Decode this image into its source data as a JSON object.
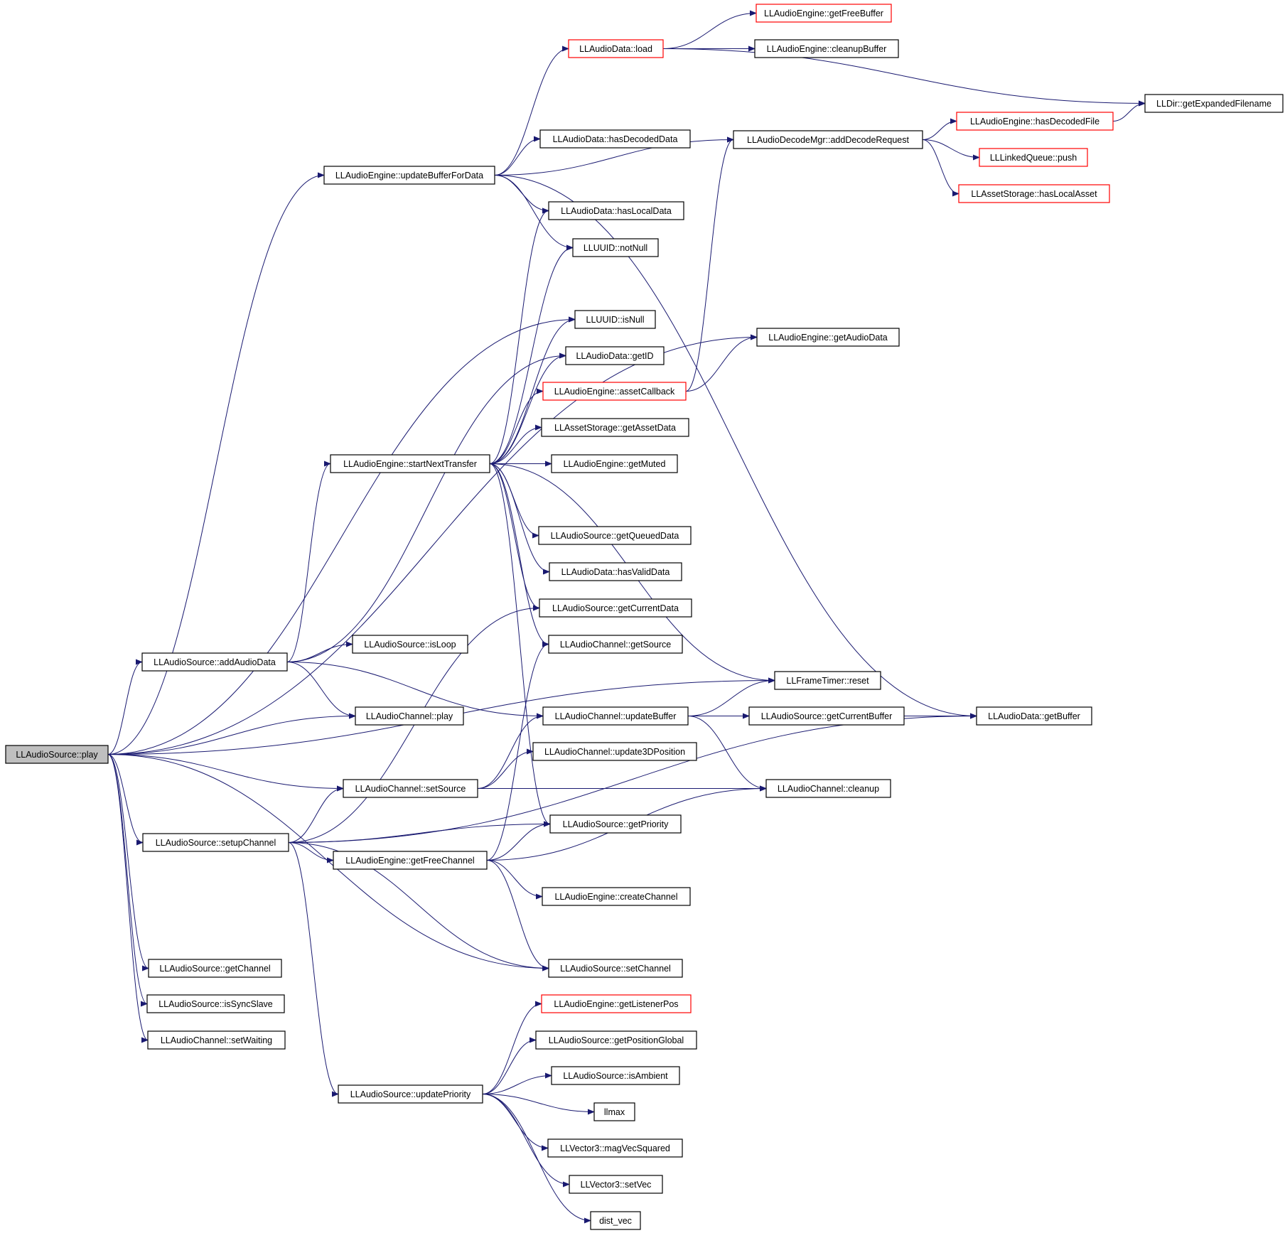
{
  "colors": {
    "edge": "#191970",
    "border_normal": "#000000",
    "border_truncated": "#ff0000",
    "root_fill": "#bfbfbf",
    "node_fill": "#ffffff"
  },
  "nodes": [
    {
      "id": "play",
      "label": "LLAudioSource::play",
      "style": "root"
    },
    {
      "id": "updateBufferForData",
      "label": "LLAudioEngine::updateBufferForData",
      "style": "normal"
    },
    {
      "id": "load",
      "label": "LLAudioData::load",
      "style": "truncated"
    },
    {
      "id": "getFreeBuffer",
      "label": "LLAudioEngine::getFreeBuffer",
      "style": "truncated"
    },
    {
      "id": "cleanupBuffer",
      "label": "LLAudioEngine::cleanupBuffer",
      "style": "normal"
    },
    {
      "id": "getExpandedFilename",
      "label": "LLDir::getExpandedFilename",
      "style": "normal"
    },
    {
      "id": "addDecodeRequest",
      "label": "LLAudioDecodeMgr::addDecodeRequest",
      "style": "normal"
    },
    {
      "id": "hasDecodedFile",
      "label": "LLAudioEngine::hasDecodedFile",
      "style": "truncated"
    },
    {
      "id": "push",
      "label": "LLLinkedQueue::push",
      "style": "truncated"
    },
    {
      "id": "hasLocalAsset",
      "label": "LLAssetStorage::hasLocalAsset",
      "style": "truncated"
    },
    {
      "id": "hasDecodedData",
      "label": "LLAudioData::hasDecodedData",
      "style": "normal"
    },
    {
      "id": "hasLocalData",
      "label": "LLAudioData::hasLocalData",
      "style": "normal"
    },
    {
      "id": "notNull",
      "label": "LLUUID::notNull",
      "style": "normal"
    },
    {
      "id": "isNull",
      "label": "LLUUID::isNull",
      "style": "normal"
    },
    {
      "id": "getAudioData",
      "label": "LLAudioEngine::getAudioData",
      "style": "normal"
    },
    {
      "id": "getID",
      "label": "LLAudioData::getID",
      "style": "normal"
    },
    {
      "id": "assetCallback",
      "label": "LLAudioEngine::assetCallback",
      "style": "truncated"
    },
    {
      "id": "getAssetData",
      "label": "LLAssetStorage::getAssetData",
      "style": "normal"
    },
    {
      "id": "startNextTransfer",
      "label": "LLAudioEngine::startNextTransfer",
      "style": "normal"
    },
    {
      "id": "getMuted",
      "label": "LLAudioEngine::getMuted",
      "style": "normal"
    },
    {
      "id": "getQueuedData",
      "label": "LLAudioSource::getQueuedData",
      "style": "normal"
    },
    {
      "id": "hasValidData",
      "label": "LLAudioData::hasValidData",
      "style": "normal"
    },
    {
      "id": "getCurrentData",
      "label": "LLAudioSource::getCurrentData",
      "style": "normal"
    },
    {
      "id": "getSource",
      "label": "LLAudioChannel::getSource",
      "style": "normal"
    },
    {
      "id": "addAudioData",
      "label": "LLAudioSource::addAudioData",
      "style": "normal"
    },
    {
      "id": "isLoop",
      "label": "LLAudioSource::isLoop",
      "style": "normal"
    },
    {
      "id": "reset",
      "label": "LLFrameTimer::reset",
      "style": "normal"
    },
    {
      "id": "channelPlay",
      "label": "LLAudioChannel::play",
      "style": "normal"
    },
    {
      "id": "updateBuffer",
      "label": "LLAudioChannel::updateBuffer",
      "style": "normal"
    },
    {
      "id": "getCurrentBuffer",
      "label": "LLAudioSource::getCurrentBuffer",
      "style": "normal"
    },
    {
      "id": "getBuffer",
      "label": "LLAudioData::getBuffer",
      "style": "normal"
    },
    {
      "id": "update3DPosition",
      "label": "LLAudioChannel::update3DPosition",
      "style": "normal"
    },
    {
      "id": "setSource",
      "label": "LLAudioChannel::setSource",
      "style": "normal"
    },
    {
      "id": "cleanup",
      "label": "LLAudioChannel::cleanup",
      "style": "normal"
    },
    {
      "id": "getPriority",
      "label": "LLAudioSource::getPriority",
      "style": "normal"
    },
    {
      "id": "setupChannel",
      "label": "LLAudioSource::setupChannel",
      "style": "normal"
    },
    {
      "id": "getFreeChannel",
      "label": "LLAudioEngine::getFreeChannel",
      "style": "normal"
    },
    {
      "id": "createChannel",
      "label": "LLAudioEngine::createChannel",
      "style": "normal"
    },
    {
      "id": "getChannel",
      "label": "LLAudioSource::getChannel",
      "style": "normal"
    },
    {
      "id": "setChannel",
      "label": "LLAudioSource::setChannel",
      "style": "normal"
    },
    {
      "id": "isSyncSlave",
      "label": "LLAudioSource::isSyncSlave",
      "style": "normal"
    },
    {
      "id": "setWaiting",
      "label": "LLAudioChannel::setWaiting",
      "style": "normal"
    },
    {
      "id": "getListenerPos",
      "label": "LLAudioEngine::getListenerPos",
      "style": "truncated"
    },
    {
      "id": "getPositionGlobal",
      "label": "LLAudioSource::getPositionGlobal",
      "style": "normal"
    },
    {
      "id": "isAmbient",
      "label": "LLAudioSource::isAmbient",
      "style": "normal"
    },
    {
      "id": "updatePriority",
      "label": "LLAudioSource::updatePriority",
      "style": "normal"
    },
    {
      "id": "llmax",
      "label": "llmax",
      "style": "normal"
    },
    {
      "id": "magVecSquared",
      "label": "LLVector3::magVecSquared",
      "style": "normal"
    },
    {
      "id": "setVec",
      "label": "LLVector3::setVec",
      "style": "normal"
    },
    {
      "id": "dist_vec",
      "label": "dist_vec",
      "style": "normal"
    }
  ],
  "edges": [
    {
      "from": "play",
      "to": "updateBufferForData"
    },
    {
      "from": "play",
      "to": "getAudioData"
    },
    {
      "from": "play",
      "to": "isNull"
    },
    {
      "from": "play",
      "to": "addAudioData"
    },
    {
      "from": "play",
      "to": "reset"
    },
    {
      "from": "play",
      "to": "channelPlay"
    },
    {
      "from": "play",
      "to": "setSource"
    },
    {
      "from": "play",
      "to": "setupChannel"
    },
    {
      "from": "play",
      "to": "setChannel"
    },
    {
      "from": "play",
      "to": "getChannel"
    },
    {
      "from": "play",
      "to": "isSyncSlave"
    },
    {
      "from": "play",
      "to": "setWaiting"
    },
    {
      "from": "updateBufferForData",
      "to": "load"
    },
    {
      "from": "updateBufferForData",
      "to": "addDecodeRequest"
    },
    {
      "from": "updateBufferForData",
      "to": "hasDecodedData"
    },
    {
      "from": "updateBufferForData",
      "to": "hasLocalData"
    },
    {
      "from": "updateBufferForData",
      "to": "notNull"
    },
    {
      "from": "updateBufferForData",
      "to": "getBuffer"
    },
    {
      "from": "load",
      "to": "getFreeBuffer"
    },
    {
      "from": "load",
      "to": "cleanupBuffer"
    },
    {
      "from": "load",
      "to": "getExpandedFilename"
    },
    {
      "from": "addDecodeRequest",
      "to": "hasDecodedFile"
    },
    {
      "from": "addDecodeRequest",
      "to": "push"
    },
    {
      "from": "addDecodeRequest",
      "to": "hasLocalAsset"
    },
    {
      "from": "hasDecodedFile",
      "to": "getExpandedFilename"
    },
    {
      "from": "assetCallback",
      "to": "getAudioData"
    },
    {
      "from": "assetCallback",
      "to": "addDecodeRequest"
    },
    {
      "from": "startNextTransfer",
      "to": "hasLocalData"
    },
    {
      "from": "startNextTransfer",
      "to": "notNull"
    },
    {
      "from": "startNextTransfer",
      "to": "isNull"
    },
    {
      "from": "startNextTransfer",
      "to": "getID"
    },
    {
      "from": "startNextTransfer",
      "to": "assetCallback"
    },
    {
      "from": "startNextTransfer",
      "to": "getAssetData"
    },
    {
      "from": "startNextTransfer",
      "to": "getMuted"
    },
    {
      "from": "startNextTransfer",
      "to": "getQueuedData"
    },
    {
      "from": "startNextTransfer",
      "to": "hasValidData"
    },
    {
      "from": "startNextTransfer",
      "to": "getCurrentData"
    },
    {
      "from": "startNextTransfer",
      "to": "getSource"
    },
    {
      "from": "startNextTransfer",
      "to": "reset"
    },
    {
      "from": "startNextTransfer",
      "to": "getPriority"
    },
    {
      "from": "addAudioData",
      "to": "startNextTransfer"
    },
    {
      "from": "addAudioData",
      "to": "getID"
    },
    {
      "from": "addAudioData",
      "to": "isLoop"
    },
    {
      "from": "addAudioData",
      "to": "channelPlay"
    },
    {
      "from": "addAudioData",
      "to": "updateBuffer"
    },
    {
      "from": "updateBuffer",
      "to": "reset"
    },
    {
      "from": "updateBuffer",
      "to": "getCurrentBuffer"
    },
    {
      "from": "updateBuffer",
      "to": "cleanup"
    },
    {
      "from": "getCurrentBuffer",
      "to": "getBuffer"
    },
    {
      "from": "setSource",
      "to": "update3DPosition"
    },
    {
      "from": "setSource",
      "to": "updateBuffer"
    },
    {
      "from": "setSource",
      "to": "cleanup"
    },
    {
      "from": "setupChannel",
      "to": "getCurrentData"
    },
    {
      "from": "setupChannel",
      "to": "setSource"
    },
    {
      "from": "setupChannel",
      "to": "getPriority"
    },
    {
      "from": "setupChannel",
      "to": "getFreeChannel"
    },
    {
      "from": "setupChannel",
      "to": "getBuffer"
    },
    {
      "from": "setupChannel",
      "to": "setChannel"
    },
    {
      "from": "setupChannel",
      "to": "updatePriority"
    },
    {
      "from": "getFreeChannel",
      "to": "getSource"
    },
    {
      "from": "getFreeChannel",
      "to": "getPriority"
    },
    {
      "from": "getFreeChannel",
      "to": "cleanup"
    },
    {
      "from": "getFreeChannel",
      "to": "createChannel"
    },
    {
      "from": "getFreeChannel",
      "to": "setChannel"
    },
    {
      "from": "updatePriority",
      "to": "getListenerPos"
    },
    {
      "from": "updatePriority",
      "to": "getPositionGlobal"
    },
    {
      "from": "updatePriority",
      "to": "isAmbient"
    },
    {
      "from": "updatePriority",
      "to": "llmax"
    },
    {
      "from": "updatePriority",
      "to": "magVecSquared"
    },
    {
      "from": "updatePriority",
      "to": "setVec"
    },
    {
      "from": "updatePriority",
      "to": "dist_vec"
    }
  ]
}
